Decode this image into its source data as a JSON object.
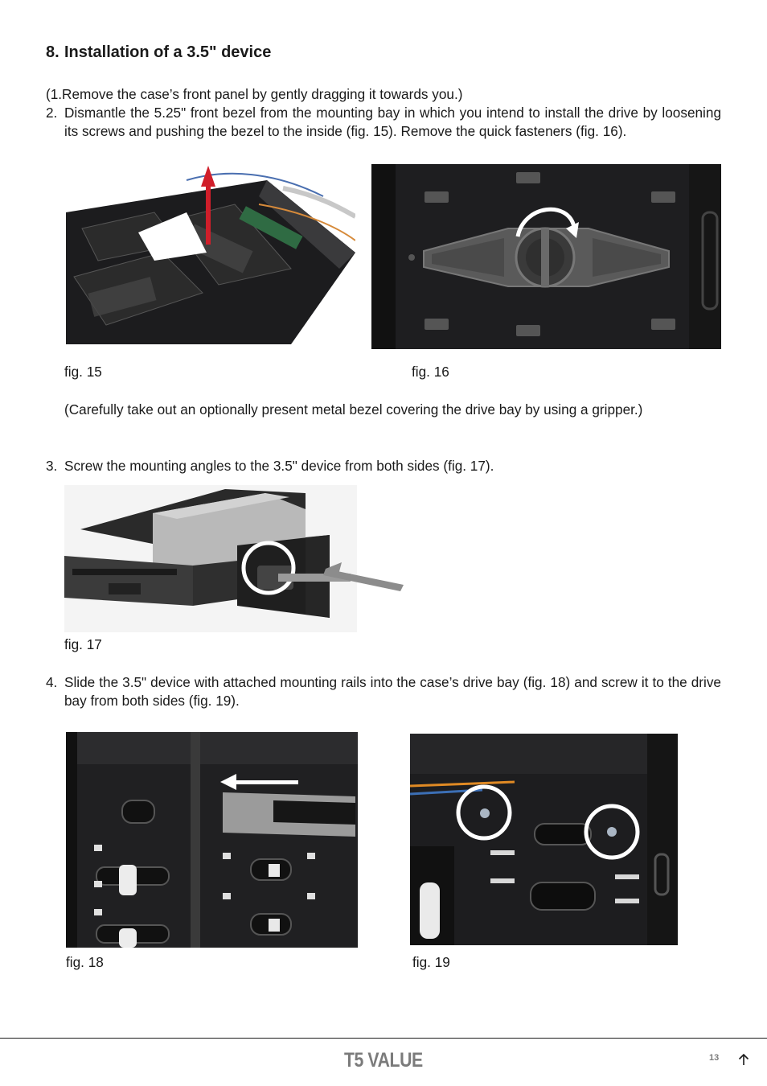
{
  "section": {
    "number": "8.",
    "title": "Installation of a 3.5\" device"
  },
  "paragraphs": {
    "intro": "(1.Remove the case’s front panel by gently dragging it towards you.)",
    "step2_marker": "2.",
    "step2": "Dismantle the 5.25\" front bezel from the mounting bay in which you intend to install the drive by loosening its screws and pushing the bezel to the inside (fig. 15). Remove the quick fasteners (fig. 16).",
    "note": "(Carefully take out an optionally present metal bezel covering the drive bay by using a gripper.)",
    "step3_marker": "3.",
    "step3": "Screw the mounting angles to the 3.5\" device from both sides (fig. 17).",
    "step4_marker": "4.",
    "step4": "Slide the 3.5\" device with attached mounting rails into the case’s drive bay (fig. 18) and screw it to the drive bay from both sides (fig. 19)."
  },
  "figures": {
    "fig15": "fig. 15",
    "fig16": "fig. 16",
    "fig17": "fig. 17",
    "fig18": "fig. 18",
    "fig19": "fig. 19"
  },
  "footer": {
    "brand": "T5 VALUE",
    "page_number": "13",
    "nav_icon": "arrow-up-icon"
  },
  "colors": {
    "text": "#1a1a1a",
    "brand_gray": "#7b7b7b",
    "arrow_red": "#d01e2a"
  }
}
